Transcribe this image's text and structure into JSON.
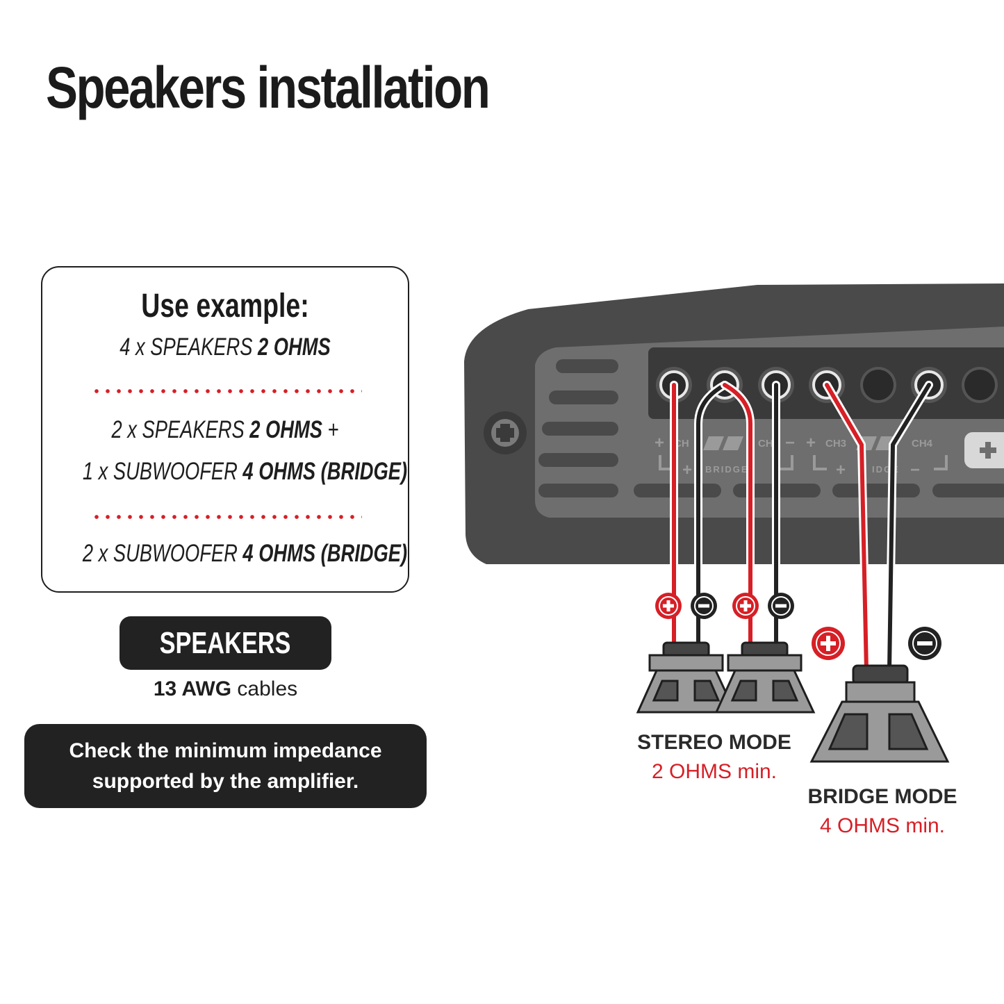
{
  "title": "Speakers installation",
  "example": {
    "heading": "Use example:",
    "option1": {
      "prefix": "4 x SPEAKERS ",
      "bold": "2 OHMS"
    },
    "option2_line1": {
      "prefix": "2 x SPEAKERS ",
      "bold": "2 OHMS",
      "suffix": " +"
    },
    "option2_line2": {
      "prefix": "1 x SUBWOOFER  ",
      "bold": "4 OHMS (BRIDGE)"
    },
    "option3": {
      "prefix": "2 x SUBWOOFER ",
      "bold": "4 OHMS (BRIDGE)"
    }
  },
  "speakers_badge": "SPEAKERS",
  "cable": {
    "gauge": "13 AWG",
    "text": " cables"
  },
  "warning": {
    "line1": "Check the minimum impedance",
    "line2": "supported by the amplifier."
  },
  "amplifier": {
    "labels": {
      "ch_a": "CH",
      "ch_b": "CH",
      "ch3": "CH3",
      "ch4": "CH4",
      "bridge_a": "BRIDGE",
      "bridge_b": "IDGE",
      "plus": "+",
      "minus": "−"
    }
  },
  "stereo_mode": {
    "mode": "STEREO MODE",
    "ohms": "2 OHMS min."
  },
  "bridge_mode": {
    "mode": "BRIDGE MODE",
    "ohms": "4 OHMS min."
  },
  "colors": {
    "positive": "#d61f26",
    "negative": "#222222",
    "amp_body": "#4a4a4a",
    "amp_face": "#6e6e6e",
    "speaker_gray": "#9a9a9a"
  }
}
